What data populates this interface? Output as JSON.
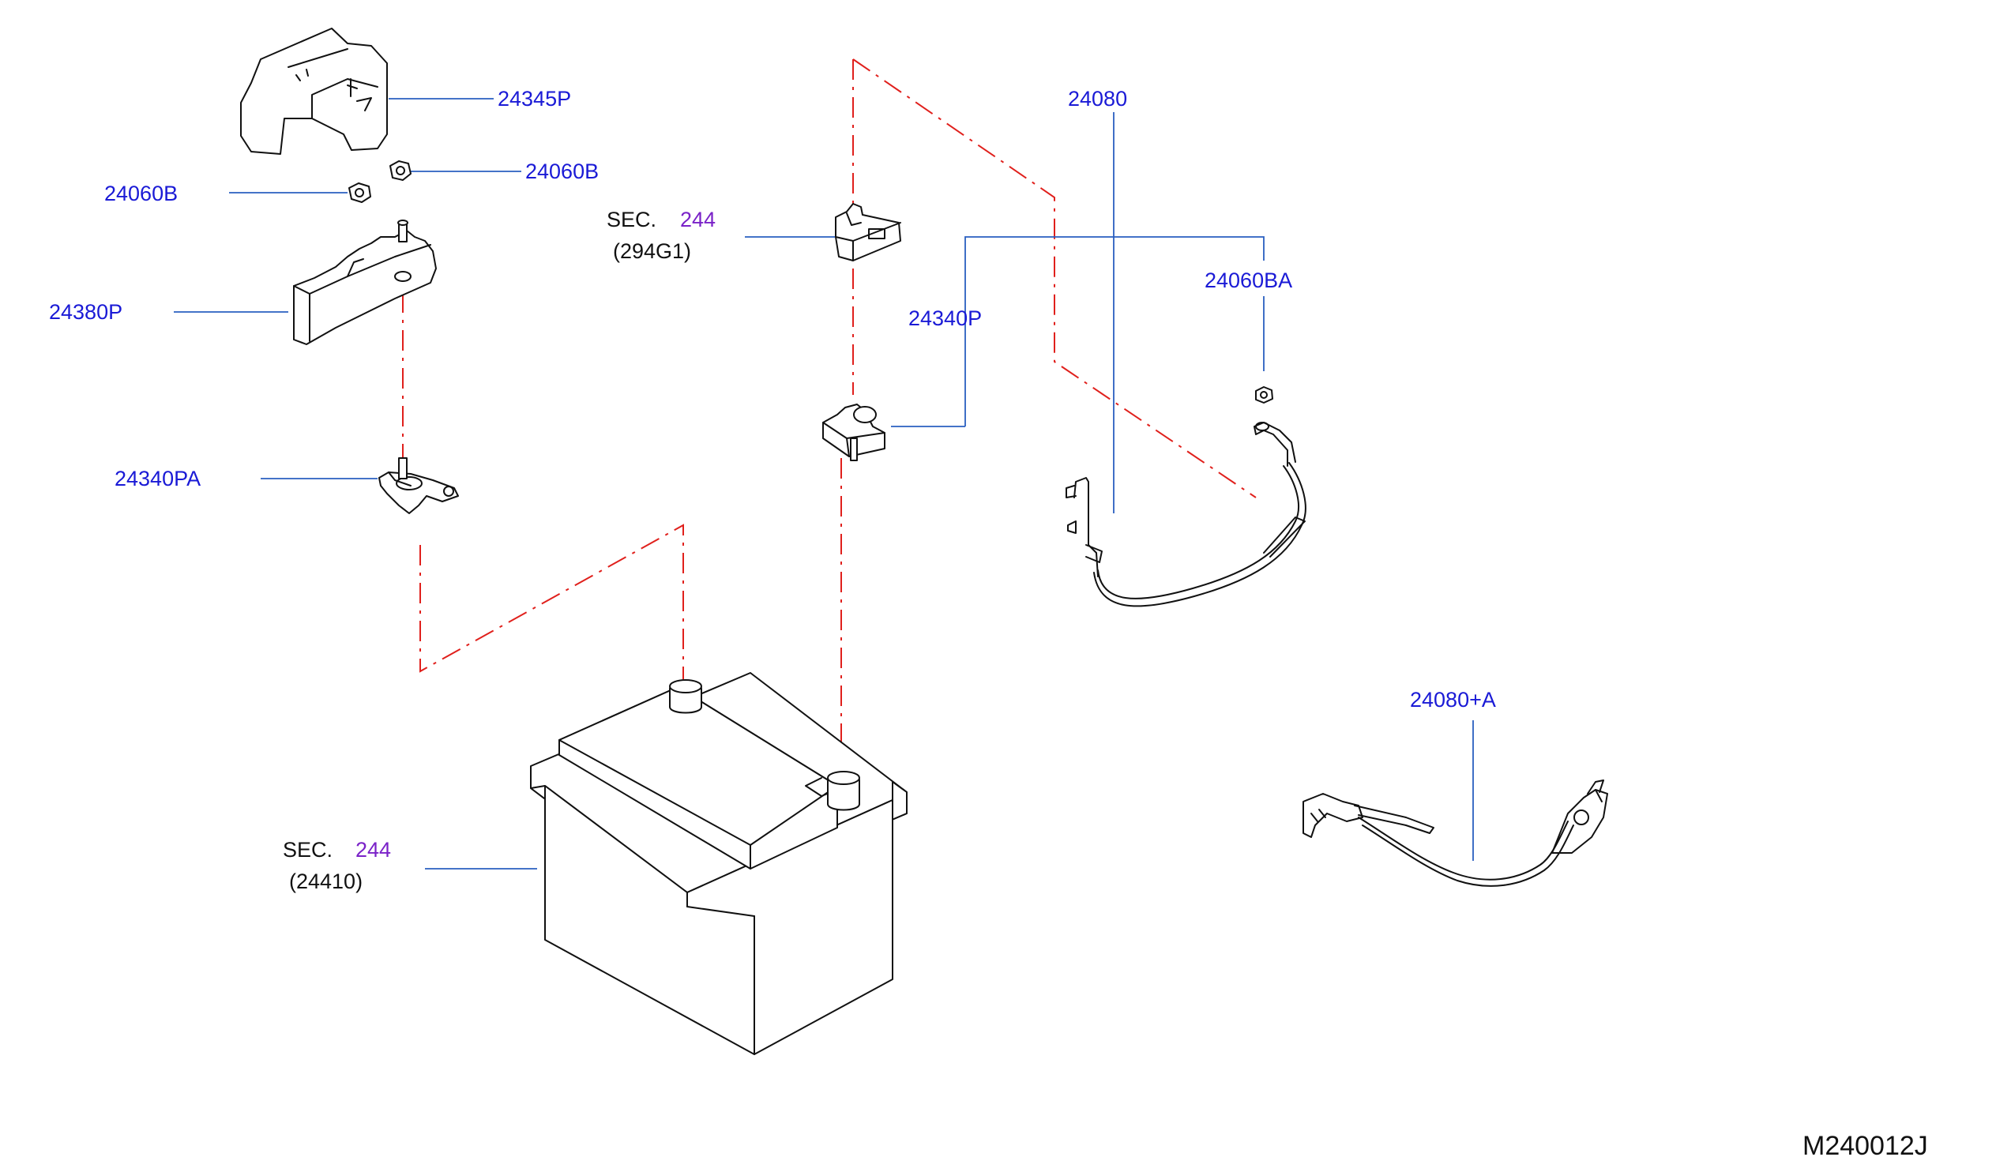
{
  "labels": {
    "p24345P": "24345P",
    "p24060B_right": "24060B",
    "p24060B_left": "24060B",
    "p24380P": "24380P",
    "p24340PA": "24340PA",
    "p24340P": "24340P",
    "p24080": "24080",
    "p24060BA": "24060BA",
    "p24080A": "24080+A",
    "sec_upper": {
      "prefix": "SEC.",
      "number": "244",
      "sub": "(294G1)"
    },
    "sec_lower": {
      "prefix": "SEC.",
      "number": "244",
      "sub": "(24410)"
    }
  },
  "diagram_code": "M240012J",
  "colors": {
    "part_number": "#1a1ad6",
    "section_number": "#7a22c8",
    "leader_line": "#2a5fc0",
    "alignment_line": "#e0201c",
    "outline": "#111111"
  }
}
